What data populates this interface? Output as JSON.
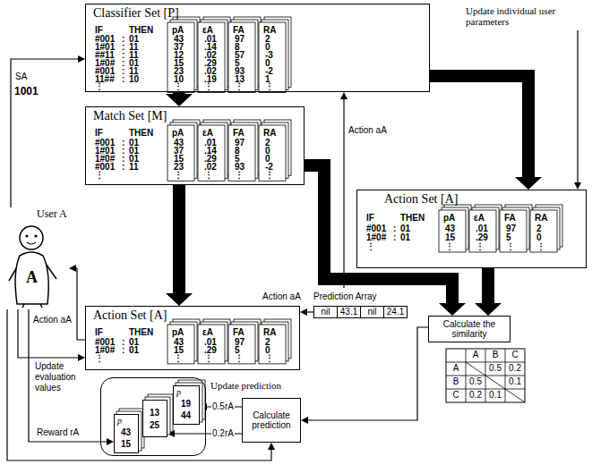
{
  "diagram": {
    "nodes": [
      {
        "text": [
          "Classifier Set [P]"
        ]
      },
      {
        "text": [
          "Match Set [M]"
        ]
      },
      {
        "text": [
          "Action Set [A]"
        ]
      },
      {
        "text": [
          "User A",
          "A"
        ]
      },
      {
        "text": [
          "Prediction Array",
          "nil",
          "43.1",
          "nil",
          "24.1"
        ]
      },
      {
        "text": [
          "Action Set [A]"
        ]
      },
      {
        "text": [
          "Calculate the similarity"
        ]
      },
      {
        "text": [
          "Update prediction"
        ]
      },
      {
        "text": [
          "p",
          "43",
          "15"
        ],
        "in": 7
      },
      {
        "text": [
          "13",
          "25"
        ],
        "in": 7
      },
      {
        "text": [
          "p",
          "19",
          "44"
        ],
        "in": 7
      },
      {
        "text": [
          "Calculate prediction"
        ]
      }
    ],
    "edges": [
      {
        "from": 0,
        "to": 1,
        "arrow": "to"
      },
      {
        "from": 0,
        "to": 2,
        "arrow": "to"
      },
      {
        "from": 1,
        "to": 5,
        "arrow": "to"
      },
      {
        "from": 1,
        "to": 6,
        "arrow": "to"
      },
      {
        "from": 2,
        "to": 6,
        "arrow": "to"
      },
      {
        "from": 4,
        "to": 0,
        "arrow": "to",
        "label": "Action aA"
      },
      {
        "from": 4,
        "to": 5,
        "arrow": "to",
        "label": "Action aA"
      },
      {
        "from": 5,
        "to": 3,
        "arrow": "to",
        "label": "Action aA"
      },
      {
        "from": 3,
        "to": 0,
        "arrow": "to",
        "label": "SA"
      },
      {
        "from": 3,
        "to": 5,
        "arrow": "to",
        "label": "Update evaluation values"
      },
      {
        "from": 3,
        "to": 8,
        "arrow": "to",
        "label": "Reward rA"
      },
      {
        "from": 3,
        "to": 11,
        "arrow": "to"
      },
      {
        "from": 6,
        "to": 11,
        "arrow": "to"
      },
      {
        "from": 11,
        "to": 10,
        "arrow": "to",
        "label": "0.5rA"
      },
      {
        "from": 11,
        "to": 9,
        "arrow": "to",
        "label": "0.2rA"
      }
    ],
    "labels": [
      "IF",
      "THEN",
      "pA",
      "εA",
      "FA",
      "RA",
      "#001",
      ":",
      "01",
      "43",
      ".01",
      "97",
      "2",
      "1#01",
      ":",
      "11",
      "37",
      ".14",
      "8",
      "0",
      "##11",
      ":",
      "11",
      "12",
      ".02",
      "57",
      "-3",
      "1#0#",
      ":",
      "01",
      "15",
      ".29",
      "5",
      "0",
      "#001",
      ":",
      "11",
      "23",
      ".02",
      "93",
      "-2",
      "11##",
      ":",
      "10",
      "10",
      ".19",
      "13",
      "1",
      "⋮",
      "⋮",
      "⋮",
      "⋮",
      "⋮",
      "IF",
      "THEN",
      "pA",
      "εA",
      "FA",
      "RA",
      "#001",
      ":",
      "01",
      "43",
      ".01",
      "97",
      "2",
      "1#01",
      ":",
      "01",
      "37",
      ".14",
      "8",
      "0",
      "1#0#",
      ":",
      "01",
      "15",
      ".29",
      "5",
      "0",
      "#001",
      ":",
      "11",
      "23",
      ".02",
      "93",
      "-2",
      "⋮",
      "⋮",
      "⋮",
      "⋮",
      "⋮",
      "IF",
      "THEN",
      "pA",
      "εA",
      "FA",
      "RA",
      "#001",
      ":",
      "01",
      "43",
      ".01",
      "97",
      "2",
      "1#0#",
      ":",
      "01",
      "15",
      ".29",
      "5",
      "0",
      "⋮",
      "⋮",
      "⋮",
      "⋮",
      "⋮",
      "IF",
      "THEN",
      "pA",
      "εA",
      "FA",
      "RA",
      "#001",
      ":",
      "01",
      "43",
      ".01",
      "97",
      "2",
      "1#0#",
      ":",
      "01",
      "15",
      ".29",
      "5",
      "0",
      "⋮",
      "⋮",
      "⋮",
      "⋮",
      "⋮",
      "1001",
      "Update individual user parameters",
      "A",
      "B",
      "C",
      "A",
      "0.5",
      "0.2",
      "B",
      "0.5",
      "0.1",
      "C",
      "0.2",
      "0.1"
    ]
  }
}
